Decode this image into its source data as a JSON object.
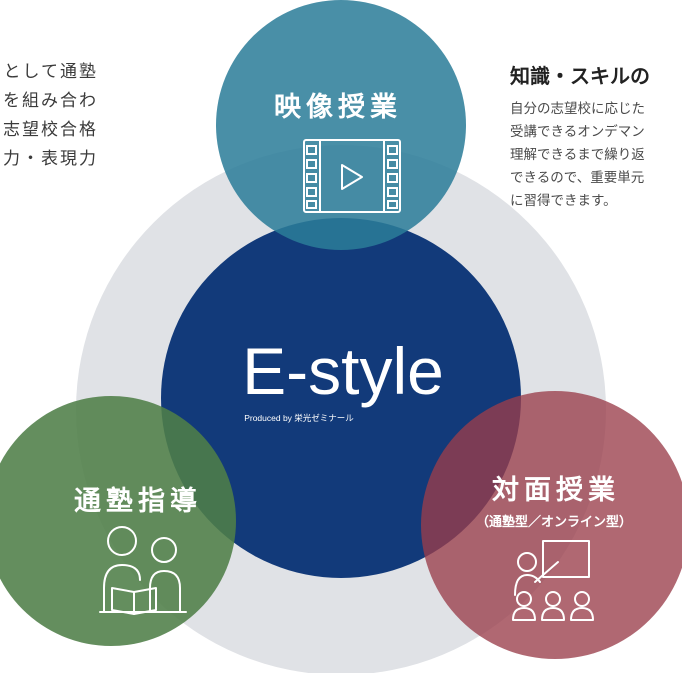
{
  "left_text": [
    "として通塾",
    "を組み合わ",
    "志望校合格",
    "力・表現力"
  ],
  "right_heading": "知識・スキルの",
  "right_text": [
    "自分の志望校に応じた",
    "受講できるオンデマン",
    "理解できるまで繰り返",
    "できるので、重要単元",
    "に習得できます。"
  ],
  "center": {
    "title": "E-style",
    "produced_by": "Produced by 栄光ゼミナール"
  },
  "circles": {
    "video": {
      "label": "映像授業",
      "icon": "film-play-icon",
      "color": "#2b7d98"
    },
    "tutoring": {
      "label": "通塾指導",
      "icon": "study-together-icon",
      "color": "#4f7e48"
    },
    "face": {
      "label": "対面授業",
      "sub": "（通塾型／オンライン型）",
      "icon": "classroom-teacher-icon",
      "color": "#9a3e4a"
    }
  },
  "colors": {
    "center": "#123a7a",
    "outer_ring": "#e0e2e6"
  }
}
